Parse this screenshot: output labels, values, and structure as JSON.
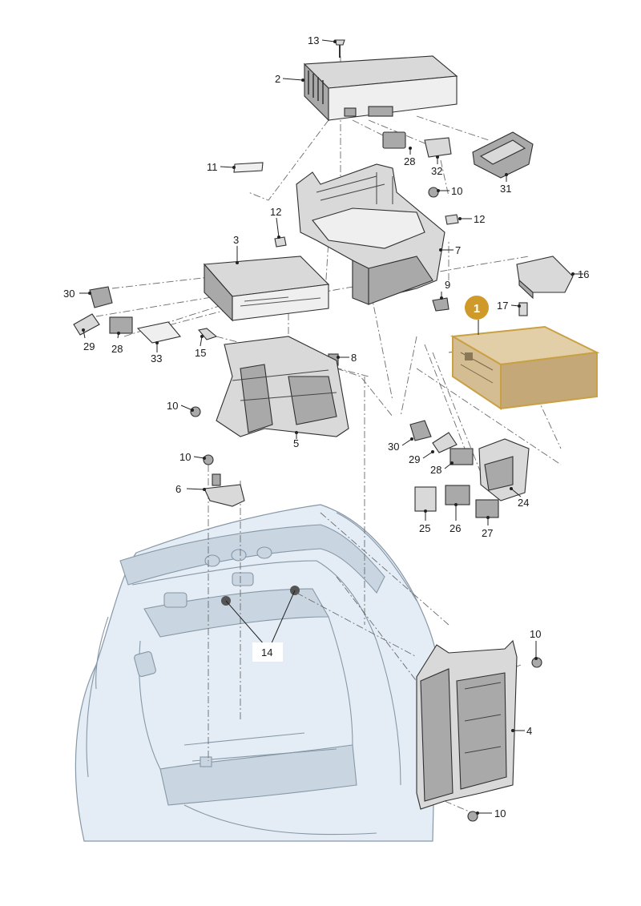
{
  "labels": {
    "l1": "1",
    "l2": "2",
    "l3": "3",
    "l4": "4",
    "l5": "5",
    "l6": "6",
    "l7": "7",
    "l8": "8",
    "l9": "9",
    "l10a": "10",
    "l10b": "10",
    "l10c": "10",
    "l10d": "10",
    "l10e": "10",
    "l11": "11",
    "l12a": "12",
    "l12b": "12",
    "l13": "13",
    "l14": "14",
    "l15": "15",
    "l16": "16",
    "l17": "17",
    "l24": "24",
    "l25": "25",
    "l26": "26",
    "l27": "27",
    "l28a": "28",
    "l28b": "28",
    "l28c": "28",
    "l29a": "29",
    "l29b": "29",
    "l30a": "30",
    "l30b": "30",
    "l31": "31",
    "l32": "32",
    "l33": "33"
  },
  "colors": {
    "highlight_fill": "#d4bd93",
    "highlight_stroke": "#c9a043",
    "badge": "#d09a2b",
    "car_body": "#e4edf5"
  }
}
